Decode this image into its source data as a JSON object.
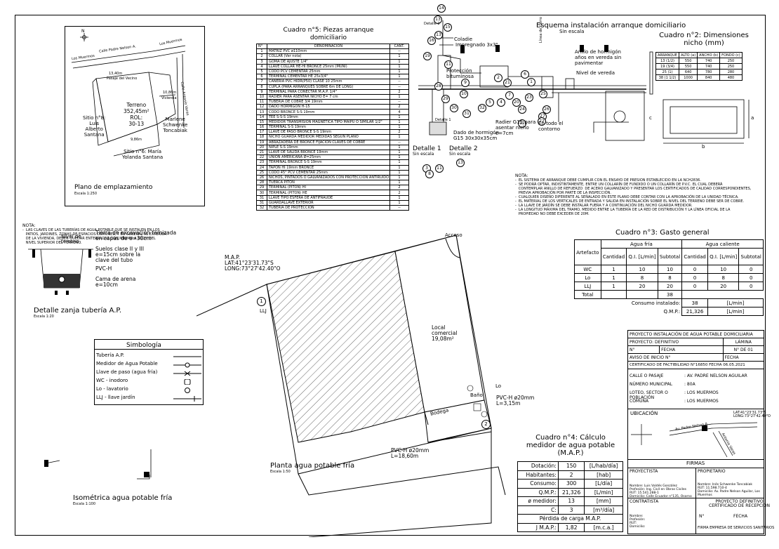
{
  "colors": {
    "ink": "#000000",
    "paper": "#ffffff"
  },
  "emplazamiento": {
    "title": "Plano de emplazamiento",
    "scale": "Escala 1:250",
    "streets": [
      "Calle Padre Nelson A.",
      "Los Muermos",
      "Los Muermos",
      "Calle Antonio Varas"
    ],
    "lot": [
      "Terreno",
      "352,45m²",
      "ROL:",
      "30-13"
    ],
    "neighbor_left": [
      "Sitio n°8:",
      "Luis",
      "Alberto",
      "Santana"
    ],
    "neighbor_right": [
      "Marlene",
      "Schwenke",
      "Toncabiak"
    ],
    "neighbor_bottom": [
      "Sitio n°6: María",
      "Yolanda Santana"
    ],
    "dims": [
      "13,40m",
      "10,86m",
      "9,86m"
    ],
    "lot_labels": [
      "Pasaje del Vecino",
      "Vivienda"
    ]
  },
  "cuadro5": {
    "title": [
      "Cuadro n°5: Piezas arranque",
      "domiciliario"
    ],
    "headers": [
      "N°",
      "DENOMINACION",
      "CANT."
    ],
    "rows": [
      [
        "1",
        "MATRIZ PVC ø110mm",
        "--"
      ],
      [
        "2",
        "COLLAR (Ver nota)",
        "1"
      ],
      [
        "3",
        "GOMA DE AJUSTE 1/4\"",
        "1"
      ],
      [
        "4",
        "LLAVE COLLAR HE-HI BRONCE 25mm (MUNI)",
        "1"
      ],
      [
        "5",
        "CODO PCV CEMENTAR 25mm",
        "1"
      ],
      [
        "6",
        "TERMINAL CEMENTAR HE 25x3/4\"",
        "1"
      ],
      [
        "7",
        "CAÑERIA PVC HIDR(P50) CLASE 10 25mm",
        "--"
      ],
      [
        "8",
        "CUPLA (PARA ARRANQUES SOBRE 6m DE LONG)",
        "--"
      ],
      [
        "9",
        "TERMINAL PARA CONECTAR M.A.P. 1/4\"",
        "2"
      ],
      [
        "10",
        "RADIER PARA ASENTAR NICHO E= 7 cm",
        "1"
      ],
      [
        "11",
        "TUBERIA DE COBRE 3/4 19mm",
        "--"
      ],
      [
        "12",
        "DADO HORMIGON H-15",
        "2"
      ],
      [
        "13",
        "CODO BRONCE S-S 19mm",
        "4"
      ],
      [
        "14",
        "TEE S-S-S 19mm",
        "1"
      ],
      [
        "15",
        "MEDIDOR TRANSMISION MAGNETICA TIPO MAIPU O SIMILAR 1/2\"",
        "1"
      ],
      [
        "16",
        "TERMINAL S-S 19mm",
        "1"
      ],
      [
        "17",
        "LLAVE DE PASO BRONCE S-S 19mm",
        "2"
      ],
      [
        "18",
        "NICHO GUARDA MEDIDOR MEDIDAS SEGUN PLANO",
        "1"
      ],
      [
        "19",
        "ABRAZADERA DE BRONCE FIJACION CLAVES DE COBRE",
        "--"
      ],
      [
        "20",
        "NIPLE S-S 19mm",
        "1"
      ],
      [
        "21",
        "LLAVE DE SALIDA BRONCE 19mm",
        "1"
      ],
      [
        "22",
        "UNION AMERICANA Ø=25mm",
        "1"
      ],
      [
        "23",
        "TERMINAL BRONCE S-S 19mm",
        "1"
      ],
      [
        "24",
        "TAPON HI 19mm BRONCE",
        "1"
      ],
      [
        "25",
        "CODO 45° PCV CEMENTAR 25mm",
        "1"
      ],
      [
        "26",
        "NICHOS, PINTADOS O GALVANIZADOS CON PROTECCION ANTIRUIDO",
        "1"
      ],
      [
        "28",
        "TUERCA PITON",
        "1"
      ],
      [
        "29",
        "TERMINAL (PITON) HI",
        "2"
      ],
      [
        "30",
        "TERMINAL (PITON) HE",
        "2"
      ],
      [
        "31",
        "LLAVE TIPO ESFERA DE ANTIFRAUDE",
        "1"
      ],
      [
        "31",
        "GUARDALLAVE EXTERIOR",
        "1"
      ],
      [
        "32",
        "TUBERIA DE PROTECCION",
        "--"
      ]
    ]
  },
  "esquema": {
    "title": "Esquema instalación arranque domiciliario",
    "subtitle": "Sin escala",
    "labels": [
      "Detalle 2",
      "Coladie",
      "Impregnado 3x3\"",
      "Protección",
      "bituminosa",
      "Detalle 1",
      "Dado de hormigón",
      "G15  30x30x35cm",
      "Radier G15 para",
      "asentar nicho",
      "e=7cm",
      "En todo el",
      "contorno",
      "Anillo de hormigón",
      "años en vereda sin",
      "pavimentar",
      "Nivel de vereda",
      "Línea de cierro"
    ],
    "det1": {
      "title": "Detalle 1",
      "sub": "Sin escala"
    },
    "det2": {
      "title": "Detalle 2",
      "sub": "Sin escala"
    },
    "markers": [
      "14",
      "13",
      "15",
      "13",
      "16",
      "19",
      "11",
      "28",
      "29",
      "30",
      "31",
      "32",
      "10",
      "9",
      "2",
      "21",
      "20",
      "24",
      "23",
      "25",
      "26",
      "27",
      "22",
      "12",
      "5",
      "4",
      "7",
      "6",
      "1",
      "3",
      "8",
      "11",
      "13"
    ]
  },
  "cuadro2": {
    "title": [
      "Cuadro n°2: Dimensiones",
      "nicho (mm)"
    ],
    "headers": [
      "ARRANQUE",
      "ALTO (a)",
      "ANCHO (b)",
      "FONDO (c)"
    ],
    "rows": [
      [
        "13 (1/2)",
        "550",
        "740",
        "250"
      ],
      [
        "19 (3/4)",
        "550",
        "740",
        "250"
      ],
      [
        "25 (1)",
        "640",
        "780",
        "280"
      ],
      [
        "38 (1 1/2)",
        "1000",
        "840",
        "480"
      ]
    ],
    "labels": [
      "a",
      "b",
      "c"
    ]
  },
  "nota_arranque": {
    "title": "NOTA:",
    "lines": [
      "-  EL SISTEMA DE ARRANQUE DEBE CUMPLIR CON EL ENSAYO DE PRESION ESTABLECIDO EN LA NCH2836.",
      "-  SE PODRÁ OPTAR, INDISTINTAMENTE, ENTRE UN COLLARÍN DE FUNDIDO O UN COLLARÍN DE P.V.C. EL CUAL DEBERÁ",
      "   CONTEMPLAR ANILLO DE REFUERZO  DE ACERO GALVANIZADO Y PRESENTAR LOS CERTIFICADOS DE CALIDAD CORRESPONDIENTES,",
      "   PREVIA APROBACIÓN POR PARTE DE LA INSPECCIÓN.",
      "-  CUALQUIER DISEÑO DIFERENTE AL SEÑALADO EN ESTE PLANO DEBE CONTAR CON LA APROBACIÓN DE LA UNIDAD TÉCNICA.",
      "-  EL MATERIAL DE LOS VERTICALES DE ENTRADA Y SALIDA EN INSTALACIÓN SOBRE EL NIVEL DEL TERRENO DEBE SER DE COBRE.",
      "-  LA LLAVE DE JARDÍN SE DEBE INSTALAR FUERA Y A CONTINUACIÓN DEL NICHO GUARDA MEDIDOR.",
      "-  LA LONGITUD MÁXIMA DEL TRAMO, MEDIDO ENTRE LA TUBERÍA DE LA RED DE DISTRIBUCIÓN Y LA LÍNEA OFICIAL DE LA",
      "   PROPIEDAD NO DEBE EXCEDER DE 20M."
    ]
  },
  "nota_claves": {
    "title": "NOTA:",
    "lines": [
      "-  LAS CLAVES DE LAS TUBERÍAS DE AGUA POTABLE QUE SE INSTALEN EN LOS",
      "   PATIOS, JARDINES, ZONAS DE ESPACIOS COMUNES, Y EN GENERAL AL EXTERIOR",
      "   DE LA VIVIENDA, DEBEN QUEDAR ENTERRADAS CON MÍNIMO A 60CM DEL",
      "   NIVEL SUPERIOR DEL TERRENO."
    ]
  },
  "zanja": {
    "title": "Detalle zanja tubería A.P.",
    "scale": "Escala 1:20",
    "labels": [
      "Nivel de",
      "terreno",
      "Tierra de excavación tamizada",
      "en capas de e=30cm",
      "Suelos clase II y III",
      "e=15cm sobre la",
      "clave del tubo",
      "PVC-H",
      "Cama de arena",
      "e=10cm"
    ]
  },
  "simbologia": {
    "title": "Simbología",
    "items": [
      [
        "Tubería A.P.",
        "line"
      ],
      [
        "Medidor de Agua Potable",
        "meter"
      ],
      [
        "Llave de paso (agua fría)",
        "valve"
      ],
      [
        "WC - inodoro",
        "wc"
      ],
      [
        "Lo - lavatorio",
        "lo"
      ],
      [
        "LLJ - llave jardín",
        "llj"
      ]
    ]
  },
  "isometrica": {
    "title": "Isométrica agua potable fría",
    "scale": "Escala 1:100"
  },
  "planta": {
    "title": "Planta agua potable fría",
    "scale": "Escala 1:50",
    "map": [
      "M.A.P.",
      "LAT:41°23'31.73\"S",
      "LONG:73°27'42.40\"O"
    ],
    "acceso": "Acceso",
    "local": [
      "Local",
      "comercial",
      "19,08m²"
    ],
    "bano": "Baño",
    "bodega": "Bodega",
    "lo": "Lo",
    "llj": "LLJ",
    "pipe1": [
      "PVC-H ø20mm",
      "L=3,15m"
    ],
    "pipe2": [
      "PVC-H ø20mm",
      "L=18,60m"
    ],
    "markers": [
      "1",
      "2"
    ]
  },
  "cuadro3": {
    "title": "Cuadro n°3: Gasto general",
    "group_fria": "Agua fría",
    "group_caliente": "Agua caliente",
    "artefacto": "Artefacto",
    "subheaders": [
      "Cantidad",
      "Q.I. [L/min]",
      "Subtotal",
      "Cantidad",
      "Q.I. [L/min]",
      "Subtotal"
    ],
    "rows": [
      [
        "WC",
        "1",
        "10",
        "10",
        "0",
        "10",
        "0"
      ],
      [
        "Lo",
        "1",
        "8",
        "8",
        "0",
        "8",
        "0"
      ],
      [
        "LLJ",
        "1",
        "20",
        "20",
        "0",
        "20",
        "0"
      ]
    ],
    "total_label": "Total",
    "total": "38",
    "consumo_label": "Consumo instalado:",
    "consumo": "38",
    "consumo_unit": "[L/min]",
    "qmp_label": "Q.M.P.:",
    "qmp": "21,326",
    "qmp_unit": "[L/min]"
  },
  "cuadro4": {
    "title": [
      "Cuadro n°4: Cálculo",
      "medidor de agua potable",
      "(M.A.P.)"
    ],
    "rows": [
      [
        "Dotación:",
        "150",
        "[L/hab/día]"
      ],
      [
        "Habitantes:",
        "2",
        "[hab]"
      ],
      [
        "Consumo:",
        "300",
        "[L/día]"
      ],
      [
        "Q.M.P.:",
        "21,326",
        "[L/min]"
      ],
      [
        "ø medidor:",
        "13",
        "[mm]"
      ],
      [
        "C:",
        "3",
        "[m³/día]"
      ]
    ],
    "perdida": "Pérdida de carga M.A.P.",
    "jmap": [
      "J M.A.P.:",
      "1,82",
      "[m.c.a.]"
    ]
  },
  "cajetin": {
    "proyecto": "PROYECTO INSTALACIÓN DE AGUA POTABLE DOMICILIARIA",
    "proyecto_def": "PROYECTO: DEFINITIVO",
    "lamina": "LÁMINA",
    "n": "N°",
    "fecha": "FECHA",
    "n_de": "N°  DE  01",
    "aviso": "AVISO DE INICIO N°",
    "fecha2": "FECHA",
    "certificado": "CERTIFICADO DE FACTIBILIDAD N°16850  FECHA 06.05.2021",
    "fields": [
      [
        "CALLE O PASAJE",
        ": AV. PADRE NELSON AGUILAR"
      ],
      [
        "NÚMERO MUNICIPAL",
        ": 80A"
      ],
      [
        "LOTEO, SECTOR O POBLACIÓN",
        ": LOS MUERMOS"
      ],
      [
        "COMUNA",
        ": LOS MUERMOS"
      ]
    ],
    "ubicacion": "UBICACIÓN",
    "ubic_coords": [
      "LAT:41°23'31.73\"S",
      "LONG:73°27'42.40\"O"
    ],
    "ubic_streets": [
      "Av. Padre Nelson A.",
      "Antonio Varas"
    ],
    "firmas": "FIRMAS",
    "proyectista": "PROYECTISTA",
    "propietario": "PROPIETARIO",
    "proyectista_data": [
      "Nombre: Luis Valdés González",
      "Profesión: Ing. Civil en Obras Civiles",
      "RUT: 15.541.288-1",
      "Domicilio: Calle Ecuador n°135, Osorno"
    ],
    "propietario_data": [
      "Nombre: Inés Schwenke Toncabiak",
      "RUT: 11.598.710-4",
      "Domicilio: Av. Padre Nelson Aguilar, Los",
      "Muermos"
    ],
    "contratista": "CONTRATISTA",
    "contratista_data": [
      "Nombre:",
      "Profesión:",
      "RUT:",
      "Domicilio:"
    ],
    "recepcion": [
      "PROYECTO DEFINITIVO",
      "CERTIFICADO DE RECEPCIÓN"
    ],
    "rec_n": "N°",
    "rec_fecha": "FECHA",
    "firma_empresa": "FIRMA EMPRESA DE SERVICIOS SANITARIOS"
  }
}
